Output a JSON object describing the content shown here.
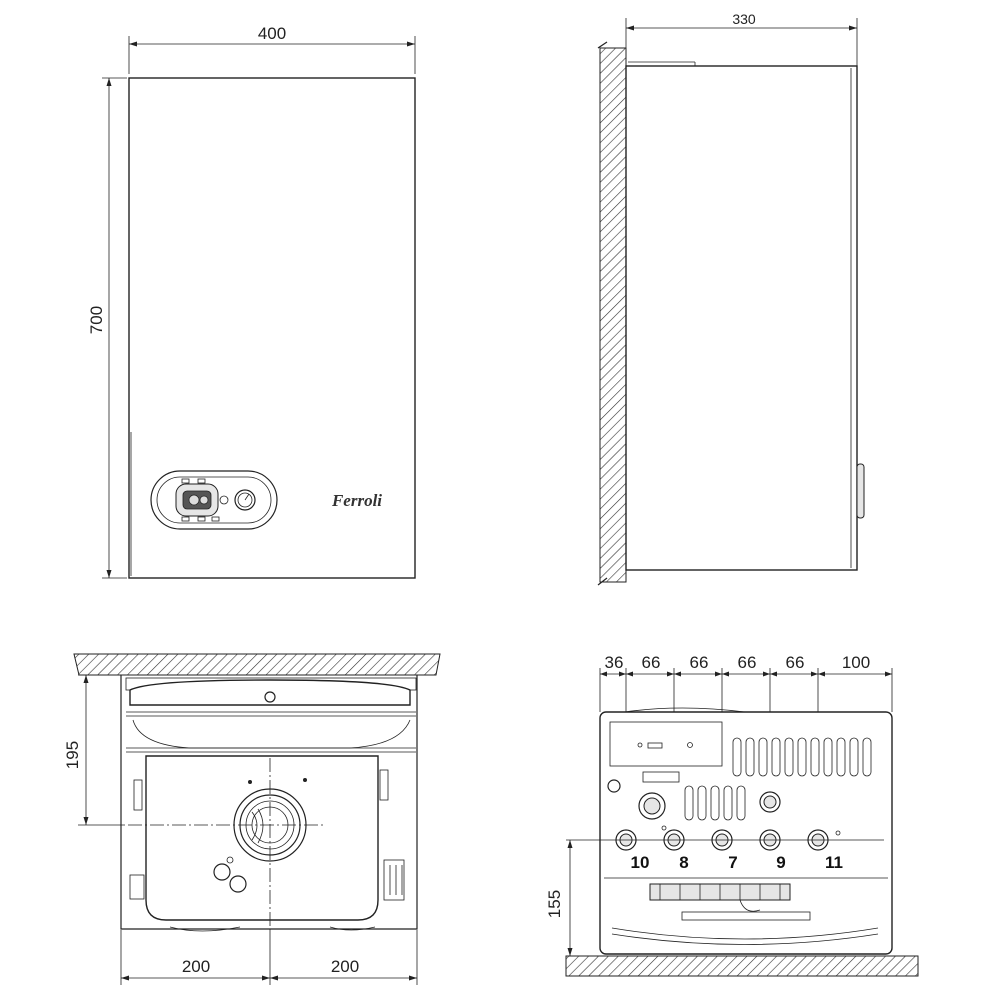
{
  "front_view": {
    "width_label": "400",
    "height_label": "700",
    "brand": "Ferroli"
  },
  "side_view": {
    "depth_label": "330"
  },
  "bottom_view": {
    "offset_label": "195",
    "left_label": "200",
    "right_label": "200"
  },
  "connections_view": {
    "spacing_labels": [
      "36",
      "66",
      "66",
      "66",
      "66",
      "100"
    ],
    "connection_numbers": [
      "10",
      "8",
      "7",
      "9",
      "11"
    ],
    "height_label": "155"
  }
}
